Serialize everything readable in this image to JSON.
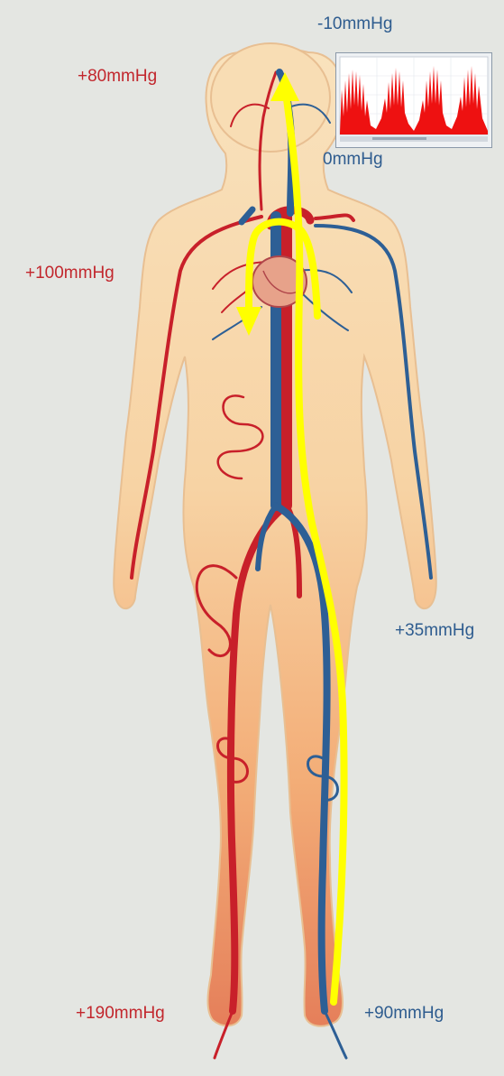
{
  "pressure_labels": {
    "top_venous": "-10mmHg",
    "head_arterial": "+80mmHg",
    "monitor_zero": "0mmHg",
    "chest_arterial": "+100mmHg",
    "hand_venous": "+35mmHg",
    "foot_arterial": "+190mmHg",
    "foot_venous": "+90mmHg"
  },
  "colors": {
    "background": "#e4e6e2",
    "artery": "#c8202a",
    "vein": "#2d5f95",
    "flow_arrow": "#ffff00",
    "arterial_text": "#c2272d",
    "venous_text": "#2e5c8f",
    "waveform": "#ee1111"
  },
  "icons": {
    "flow_arrow": "yellow-flow-arrow-icon",
    "heart": "heart-icon",
    "waveform_monitor": "pressure-waveform-monitor"
  }
}
